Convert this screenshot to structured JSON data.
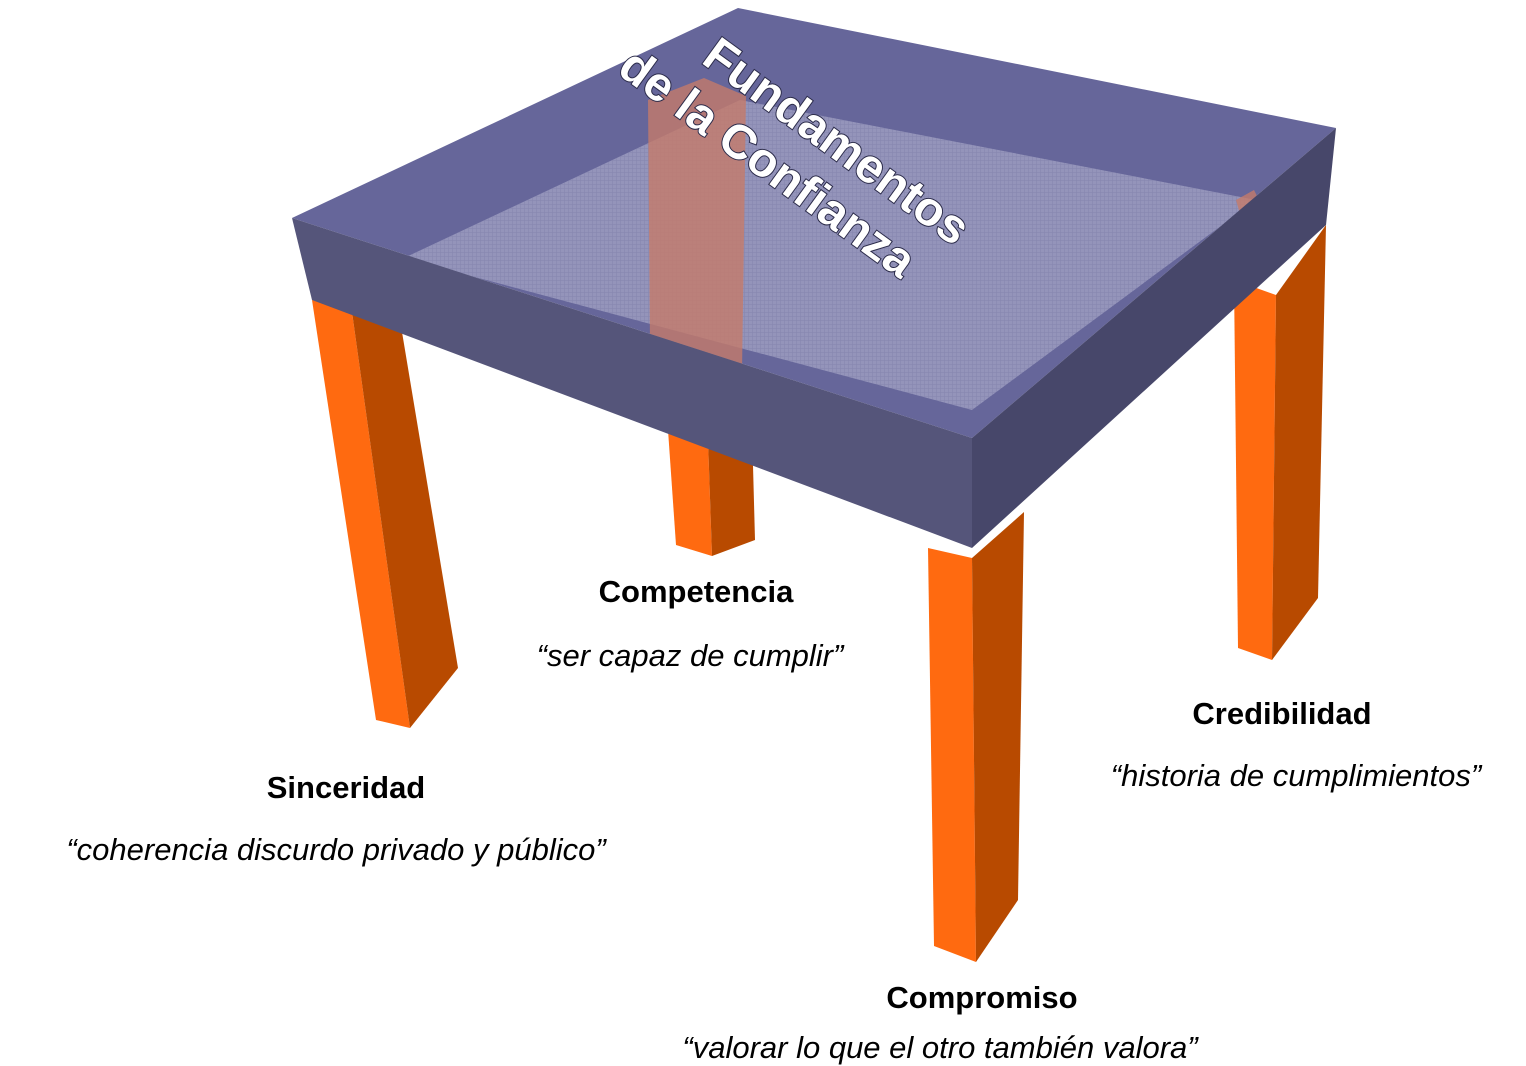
{
  "title": {
    "line1": "Fundamentos",
    "line2": "de la Confianza"
  },
  "legs": {
    "competencia": {
      "name": "Competencia",
      "desc": "“ser capaz de cumplir”"
    },
    "credibilidad": {
      "name": "Credibilidad",
      "desc": "“historia de cumplimientos”"
    },
    "sinceridad": {
      "name": "Sinceridad",
      "desc": "“coherencia discurdo privado y público”"
    },
    "compromiso": {
      "name": "Compromiso",
      "desc": "“valorar lo que el otro también valora”"
    }
  },
  "colors": {
    "table_top": "#66669a",
    "table_front": "#55557a",
    "table_side": "#47476a",
    "leg_light": "#ff6a10",
    "leg_dark": "#b84a00",
    "text": "#000000"
  }
}
